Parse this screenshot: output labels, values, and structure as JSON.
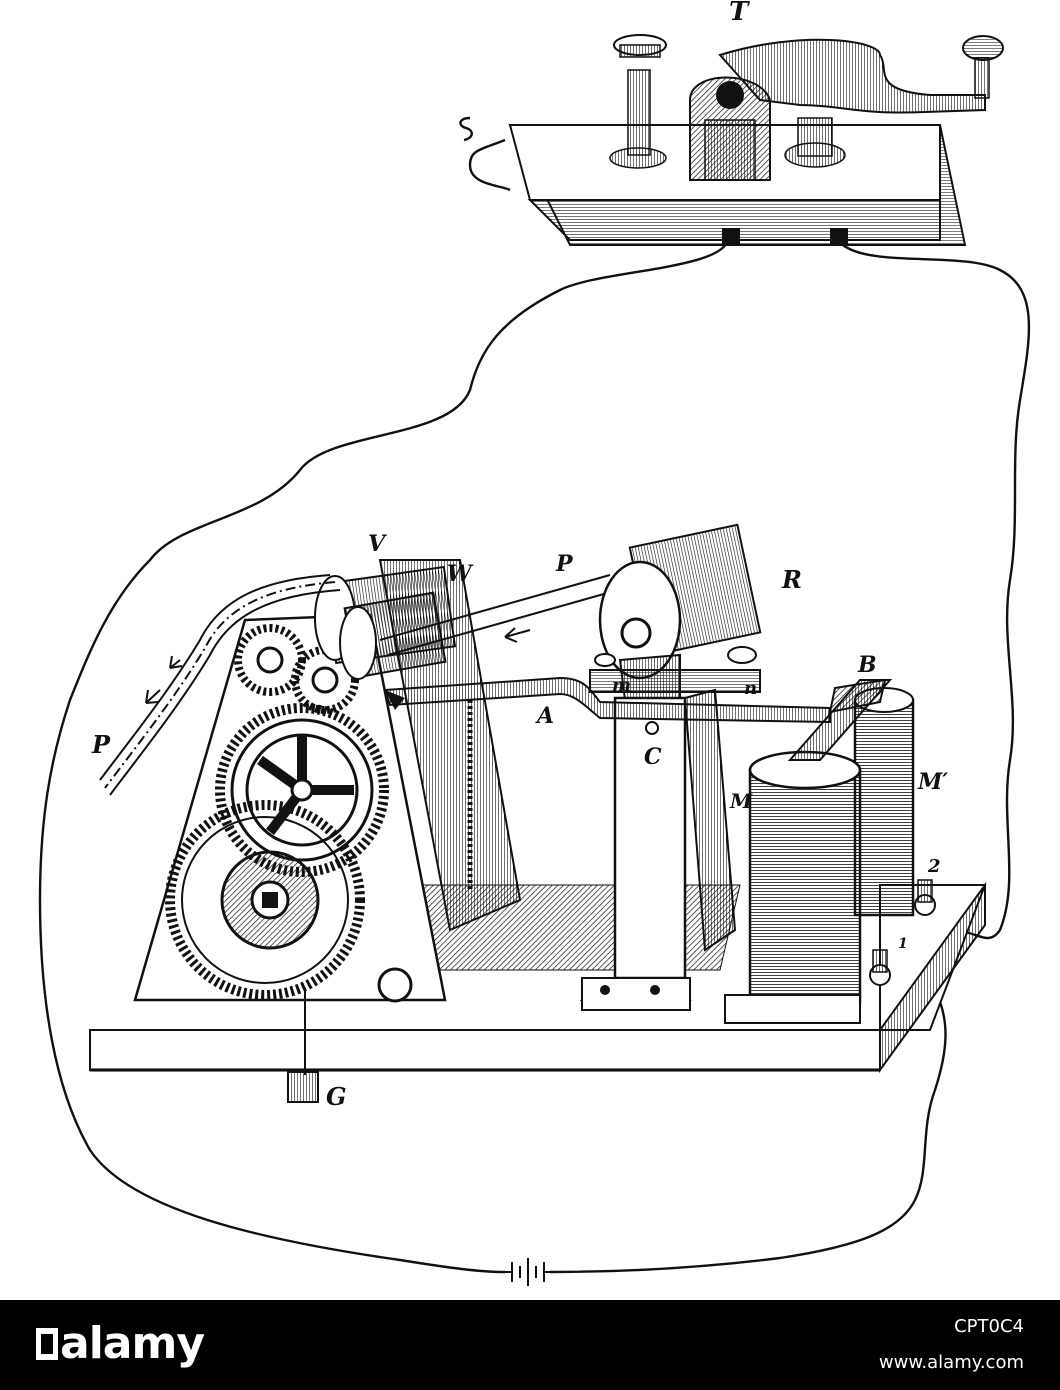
{
  "diagram": {
    "labels": {
      "T": "T",
      "V": "V",
      "W": "W",
      "P_tape": "P",
      "R": "R",
      "P_left": "P",
      "B": "B",
      "m": "m",
      "n": "n",
      "A": "A",
      "C": "C",
      "M_prime": "M′",
      "M": "M",
      "two": "2",
      "one": "1",
      "G": "G"
    },
    "colors": {
      "ink": "#111111",
      "paper": "#ffffff"
    }
  },
  "watermark": {
    "brand": "alamy",
    "stock_id": "CPT0C4",
    "site": "www.alamy.com",
    "bar_color": "#000000"
  }
}
